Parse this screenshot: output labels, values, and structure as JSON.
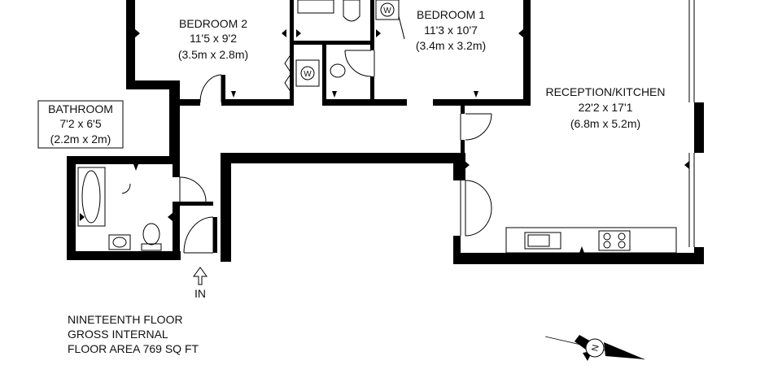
{
  "rooms": {
    "bedroom2": {
      "name": "BEDROOM 2",
      "imperial": "11'5 x 9'2",
      "metric": "(3.5m x 2.8m)"
    },
    "bedroom1": {
      "name": "BEDROOM 1",
      "imperial": "11'3 x 10'7",
      "metric": "(3.4m x 3.2m)"
    },
    "bathroom": {
      "name": "BATHROOM",
      "imperial": "7'2 x 6'5",
      "metric": "(2.2m x 2m)"
    },
    "reception": {
      "name": "RECEPTION/KITCHEN",
      "imperial": "22'2 x 17'1",
      "metric": "(6.8m x 5.2m)"
    }
  },
  "fixtures": {
    "washer_symbol": "W"
  },
  "entrance": {
    "label": "IN"
  },
  "floor_info": {
    "line1": "NINETEENTH FLOOR",
    "line2": "GROSS INTERNAL",
    "line3": "FLOOR AREA 769 SQ FT"
  },
  "compass": {
    "north_label": "N"
  }
}
